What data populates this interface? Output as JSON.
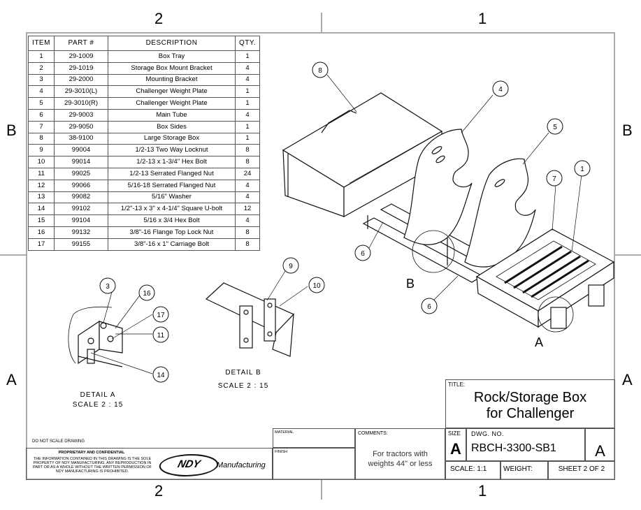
{
  "zones": {
    "top_left": "2",
    "top_right": "1",
    "left_upper": "B",
    "left_lower": "A",
    "right_upper": "B",
    "right_lower": "A",
    "bottom_left": "2",
    "bottom_right": "1"
  },
  "bom": {
    "headers": [
      "ITEM",
      "PART #",
      "DESCRIPTION",
      "QTY."
    ],
    "rows": [
      [
        "1",
        "29-1009",
        "Box Tray",
        "1"
      ],
      [
        "2",
        "29-1019",
        "Storage Box Mount Bracket",
        "4"
      ],
      [
        "3",
        "29-2000",
        "Mounting Bracket",
        "4"
      ],
      [
        "4",
        "29-3010(L)",
        "Challenger Weight Plate",
        "1"
      ],
      [
        "5",
        "29-3010(R)",
        "Challenger Weight Plate",
        "1"
      ],
      [
        "6",
        "29-9003",
        "Main Tube",
        "4"
      ],
      [
        "7",
        "29-9050",
        "Box Sides",
        "1"
      ],
      [
        "8",
        "38-9100",
        "Large Storage Box",
        "1"
      ],
      [
        "9",
        "99004",
        "1/2-13 Two Way Locknut",
        "8"
      ],
      [
        "10",
        "99014",
        "1/2-13 x 1-3/4\" Hex Bolt",
        "8"
      ],
      [
        "11",
        "99025",
        "1/2-13 Serrated Flanged Nut",
        "24"
      ],
      [
        "12",
        "99066",
        "5/16-18 Serrated Flanged Nut",
        "4"
      ],
      [
        "13",
        "99082",
        "5/16\" Washer",
        "4"
      ],
      [
        "14",
        "99102",
        "1/2\"-13 x 3\" x 4-1/4\" Square U-bolt",
        "12"
      ],
      [
        "15",
        "99104",
        "5/16 x 3/4 Hex Bolt",
        "4"
      ],
      [
        "16",
        "99132",
        "3/8\"-16 Flange Top Lock Nut",
        "8"
      ],
      [
        "17",
        "99155",
        "3/8\"-16 x 1\" Carriage Bolt",
        "8"
      ]
    ]
  },
  "balloons": {
    "b8": "8",
    "b4": "4",
    "b5": "5",
    "b7": "7",
    "b1": "1",
    "b6a": "6",
    "b6b": "6",
    "b3": "3",
    "b16": "16",
    "b17": "17",
    "b11": "11",
    "b14": "14",
    "b9": "9",
    "b10": "10"
  },
  "view_labels": {
    "detail_b_marker": "B",
    "detail_a_marker": "A"
  },
  "details": {
    "a_title": "DETAIL A",
    "a_scale": "SCALE 2 : 15",
    "b_title": "DETAIL B",
    "b_scale": "SCALE 2 : 15"
  },
  "title_block": {
    "title_label": "TITLE:",
    "title_line1": "Rock/Storage Box",
    "title_line2": "for Challenger",
    "no_scale": "DO NOT SCALE DRAWING",
    "proprietary": "PROPRIETARY AND CONFIDENTIAL",
    "proprietary_text": "THE INFORMATION CONTAINED IN THIS DRAWING IS THE SOLE PROPERTY OF NDY MANUFACTURING. ANY REPRODUCTION IN PART OR AS A WHOLE WITHOUT THE WRITTEN PERMISSION OF NDY MANUFACTURING IS PROHIBITED.",
    "logo_text": "NDY",
    "logo_sub": "Manufacturing",
    "material_label": "MATERIAL",
    "finish_label": "FINISH",
    "comments_label": "COMMENTS:",
    "comments_line1": "For tractors with",
    "comments_line2": "weights 44\" or less",
    "size_label": "SIZE",
    "size_value": "A",
    "dwg_label": "DWG.  NO.",
    "dwg_value": "RBCH-3300-SB1",
    "rev_value": "A",
    "scale": "SCALE: 1:1",
    "weight": "WEIGHT:",
    "sheet": "SHEET 2 OF 2"
  }
}
